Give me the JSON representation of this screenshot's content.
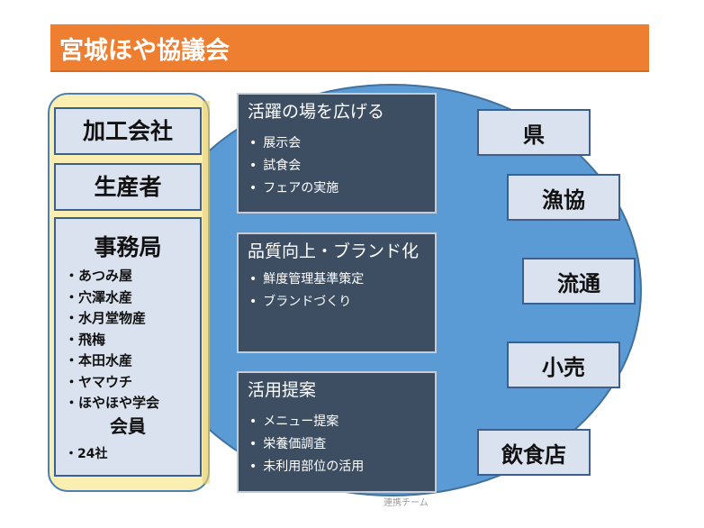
{
  "title": "宮城ほや協議会",
  "left_panel": {
    "company_box": "加工会社",
    "producer_box": "生産者",
    "secretariat": {
      "title": "事務局",
      "members": [
        "・あつみ屋",
        "・穴澤水産",
        "・水月堂物産",
        "・飛梅",
        "・本田水産",
        "・ヤマウチ",
        "・ほやほや学会"
      ],
      "member_title": "会員",
      "member_count": "・24社"
    }
  },
  "activities": [
    {
      "title": "活躍の場を広げる",
      "items": [
        "展示会",
        "試食会",
        "フェアの実施"
      ]
    },
    {
      "title": "品質向上・ブランド化",
      "items": [
        "鮮度管理基準策定",
        "ブランドづくり"
      ]
    },
    {
      "title": "活用提案",
      "items": [
        "メニュー提案",
        "栄養価調査",
        "未利用部位の活用"
      ]
    }
  ],
  "partners": [
    "県",
    "漁協",
    "流通",
    "小売",
    "飲食店"
  ],
  "footer": "連携チーム",
  "colors": {
    "title_bar": "#ee7f31",
    "ellipse": "#5b9bd5",
    "panel": "#fbeeb1",
    "box": "#dbe2ef",
    "dark_box": "#3d4e63"
  }
}
